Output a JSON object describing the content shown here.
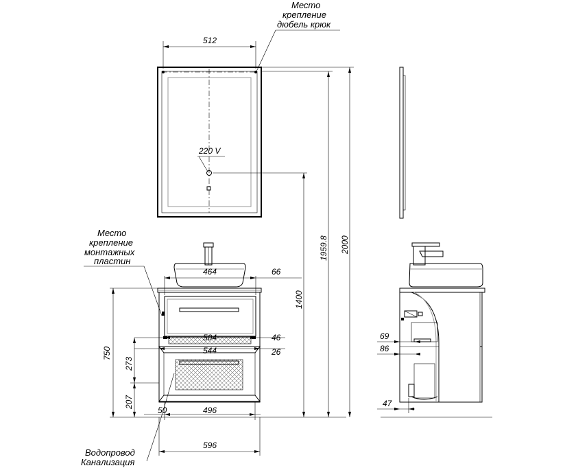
{
  "notes": {
    "mirror_mount_line1": "Место",
    "mirror_mount_line2": "крепление",
    "mirror_mount_line3": "дюбель крюк",
    "plate_mount_line1": "Место",
    "plate_mount_line2": "крепление",
    "plate_mount_line3": "монтажных",
    "plate_mount_line4": "пластин",
    "voltage": "220 V",
    "water_supply": "Водопровод",
    "sewage": "Канализация"
  },
  "dims": {
    "mirror_width": "512",
    "height_total": "2000",
    "height_mirror_top": "1959.8",
    "height_socket": "1400",
    "basin_width": "464",
    "basin_offset": "66",
    "inner_width_top": "504",
    "drawer_gap": "46",
    "inner_width_mid": "544",
    "drawer_offset": "26",
    "cabinet_height": "750",
    "drawer_height": "273",
    "floor_to_bottom": "207",
    "side_margin": "50",
    "bottom_width": "496",
    "cabinet_width": "596",
    "side_69": "69",
    "side_86": "86",
    "side_47": "47"
  },
  "colors": {
    "line": "#000000",
    "detail": "#9a9a9a",
    "background": "#ffffff"
  }
}
